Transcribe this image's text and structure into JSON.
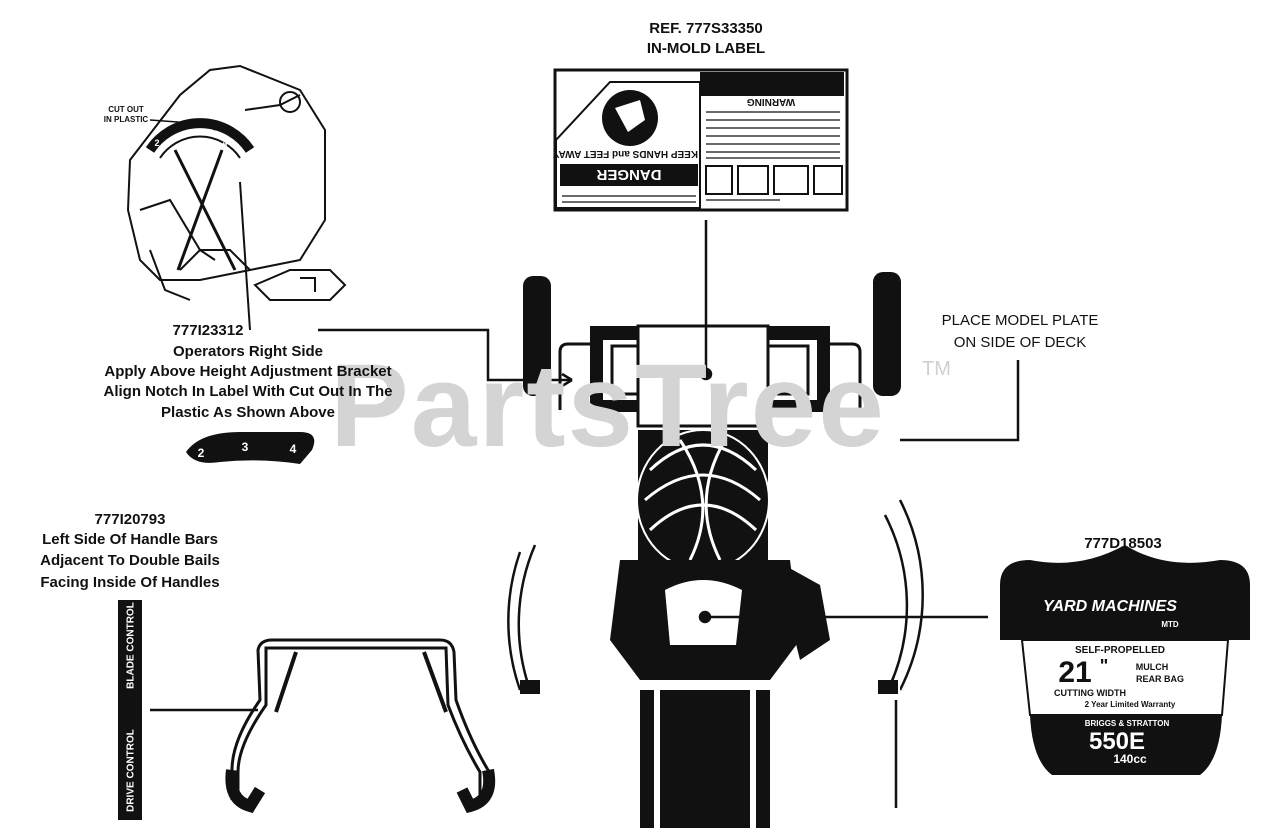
{
  "watermark": {
    "text": "PartsTree",
    "trademark": "TM"
  },
  "in_mold_label": {
    "ref": "REF. 777S33350",
    "title": "IN-MOLD LABEL",
    "danger_word": "DANGER",
    "slogan": "KEEP HANDS and FEET AWAY",
    "warning_word": "WARNING"
  },
  "height_label": {
    "part_number": "777I23312",
    "lines": [
      "Operators Right Side",
      "Apply Above Height Adjustment Bracket",
      "Align Notch In Label With Cut Out In The",
      "Plastic As Shown Above"
    ],
    "cut_out_note": [
      "CUT OUT",
      "IN PLASTIC"
    ],
    "scale_numbers": [
      "2",
      "3",
      "4"
    ]
  },
  "handle_label": {
    "part_number": "777I20793",
    "lines": [
      "Left Side Of Handle Bars",
      "Adjacent To Double Bails",
      "Facing Inside Of Handles"
    ],
    "strip_top": "BLADE CONTROL",
    "strip_bottom": "DRIVE CONTROL"
  },
  "model_plate": {
    "lines": [
      "PLACE MODEL PLATE",
      "ON SIDE OF DECK"
    ]
  },
  "deck_label": {
    "part_number": "777D18503",
    "brand": "YARD MACHINES",
    "brand_sub": "MTD",
    "type": "SELF-PROPELLED",
    "size": "21",
    "unit": "\"",
    "features": [
      "MULCH",
      "REAR BAG"
    ],
    "cutting_width": "CUTTING WIDTH",
    "warranty": "2 Year Limited Warranty",
    "engine_brand": "BRIGGS & STRATTON",
    "engine_model": "550E",
    "engine_cc": "140cc"
  },
  "colors": {
    "ink": "#111111",
    "watermark": "#d4d4d4",
    "background": "#ffffff"
  }
}
